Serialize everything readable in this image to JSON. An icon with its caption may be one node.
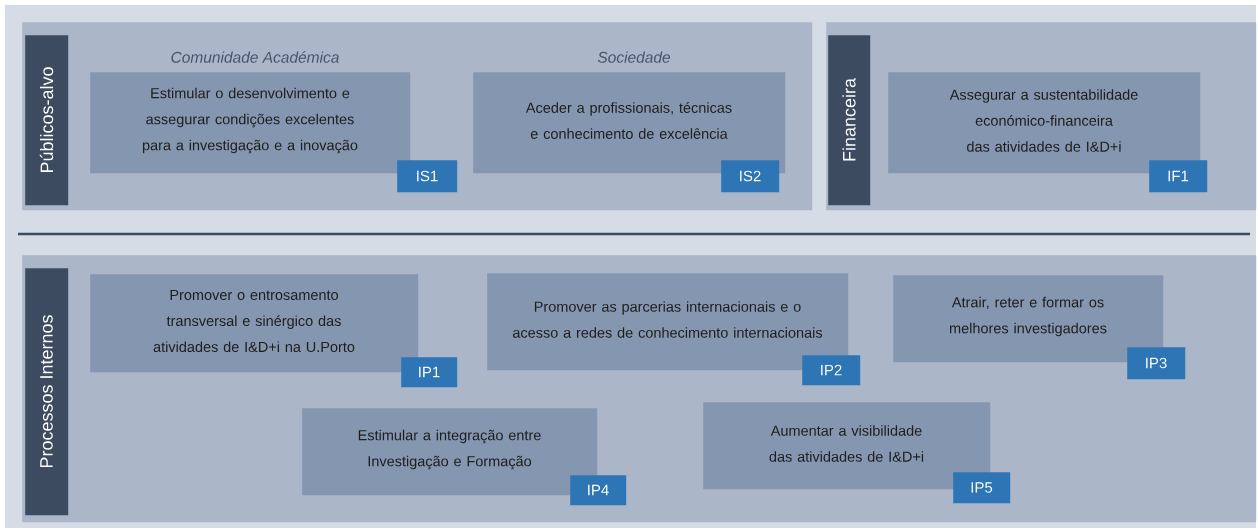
{
  "diagram": {
    "nodes": [
      {
        "text": [
          "Públicos-alvo"
        ]
      },
      {
        "text": [
          "Estimular o desenvolvimento e assegurar condições excelentes para a investigação e a inovação",
          "IS1"
        ],
        "in": 0,
        "beside": [
          "Comunidade Académica"
        ]
      },
      {
        "text": [
          "Aceder a profissionais, técnicas e conhecimento de excelência",
          "IS2"
        ],
        "in": 0,
        "beside": [
          "Sociedade"
        ]
      },
      {
        "text": [
          "Financeira"
        ]
      },
      {
        "text": [
          "Assegurar a sustentabilidade económico-financeira das atividades de I&D+i",
          "IF1"
        ],
        "in": 3
      },
      {
        "text": [
          "Processos Internos"
        ]
      },
      {
        "text": [
          "Promover o entrosamento transversal e sinérgico das atividades de I&D+i na U.Porto",
          "IP1"
        ],
        "in": 5
      },
      {
        "text": [
          "Promover as parcerias internacionais e o acesso a redes de conhecimento internacionais",
          "IP2"
        ],
        "in": 5
      },
      {
        "text": [
          "Atrair, reter e formar os melhores investigadores",
          "IP3"
        ],
        "in": 5
      },
      {
        "text": [
          "Estimular a integração entre Investigação e Formação",
          "IP4"
        ],
        "in": 5
      },
      {
        "text": [
          "Aumentar a visibilidade das atividades de I&D+i",
          "IP5"
        ],
        "in": 5
      }
    ]
  }
}
